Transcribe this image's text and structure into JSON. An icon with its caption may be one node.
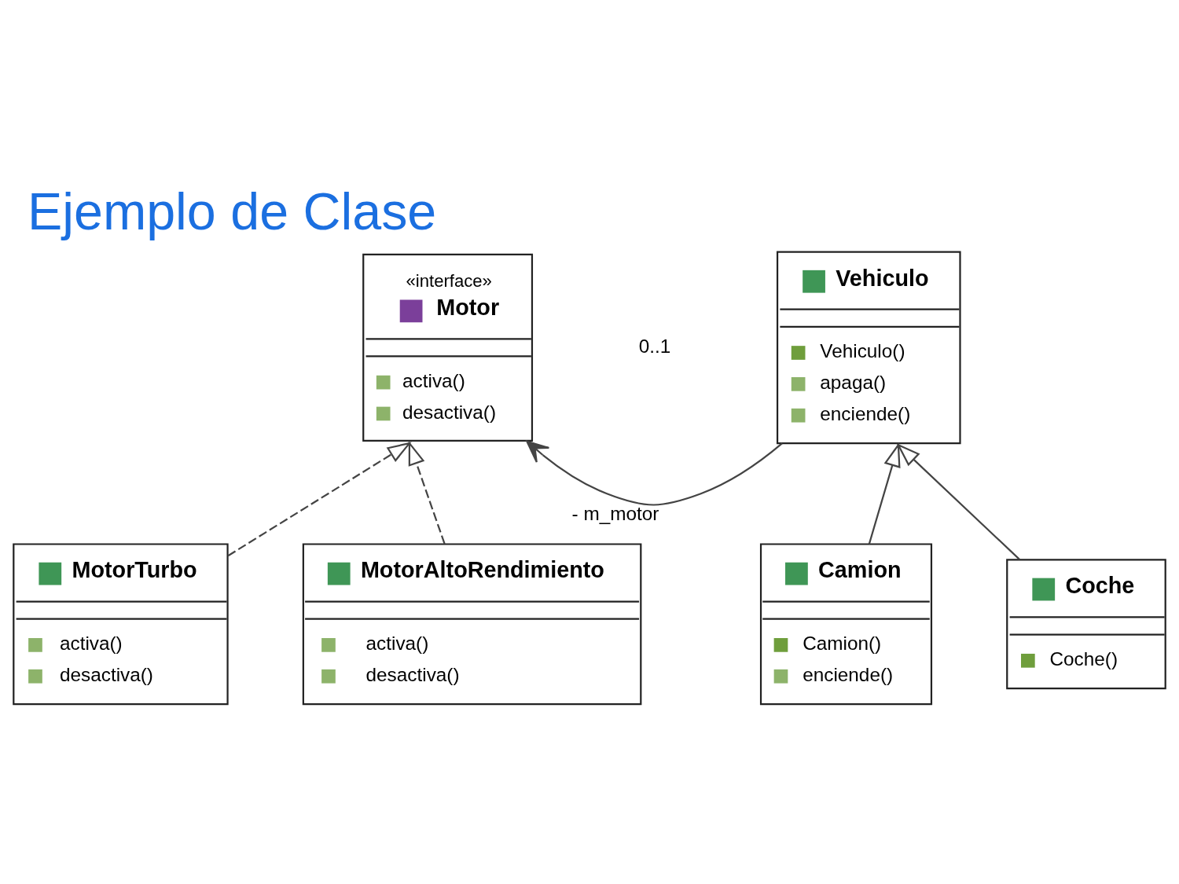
{
  "diagram": {
    "title": "Ejemplo de Clase",
    "nodes": [
      {
        "text": [
          "«interface»",
          "Motor",
          "activa()",
          "desactiva()"
        ]
      },
      {
        "text": [
          "Vehiculo",
          "Vehiculo()",
          "apaga()",
          "enciende()"
        ]
      },
      {
        "text": [
          "MotorTurbo",
          "activa()",
          "desactiva()"
        ]
      },
      {
        "text": [
          "MotorAltoRendimiento",
          "activa()",
          "desactiva()"
        ]
      },
      {
        "text": [
          "Camion",
          "Camion()",
          "enciende()"
        ]
      },
      {
        "text": [
          "Coche",
          "Coche()"
        ]
      }
    ],
    "edges": [
      {
        "from": 1,
        "to": 0,
        "arrow": "to",
        "label": "- m_motor"
      },
      {
        "from": 2,
        "to": 0,
        "arrow": "to",
        "style": "dashed"
      },
      {
        "from": 3,
        "to": 0,
        "arrow": "to",
        "style": "dashed"
      },
      {
        "from": 4,
        "to": 1,
        "arrow": "to"
      },
      {
        "from": 5,
        "to": 1,
        "arrow": "to"
      }
    ],
    "labels": [
      "0..1"
    ]
  }
}
